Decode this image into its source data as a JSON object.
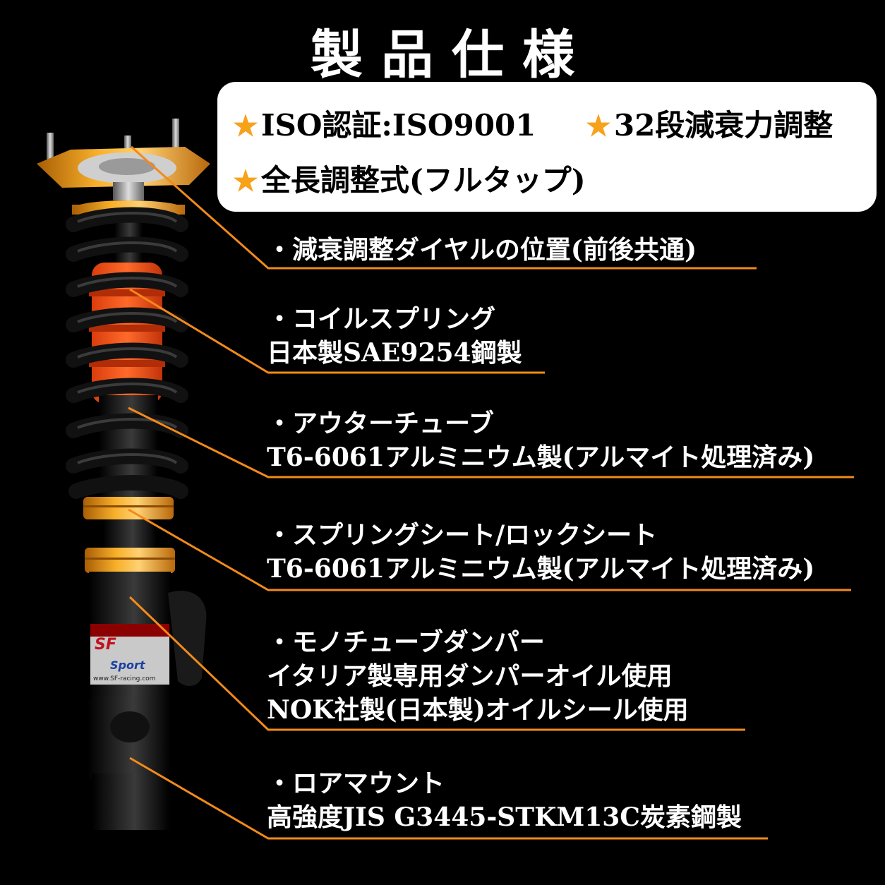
{
  "title": "製品仕様",
  "specs": {
    "row1": [
      {
        "icon": "star-icon",
        "text": "ISO認証:ISO9001"
      },
      {
        "icon": "star-icon",
        "text": "32段減衰力調整"
      }
    ],
    "row2": [
      {
        "icon": "star-icon",
        "text": "全長調整式(フルタップ)"
      }
    ]
  },
  "callouts": [
    {
      "lines": [
        "・減衰調整ダイヤルの位置(前後共通)"
      ]
    },
    {
      "lines": [
        "・コイルスプリング",
        "日本製SAE9254鋼製"
      ]
    },
    {
      "lines": [
        "・アウターチューブ",
        "T6-6061アルミニウム製(アルマイト処理済み)"
      ]
    },
    {
      "lines": [
        "・スプリングシート/ロックシート",
        "T6-6061アルミニウム製(アルマイト処理済み)"
      ]
    },
    {
      "lines": [
        "・モノチューブダンパー",
        "イタリア製専用ダンパーオイル使用",
        "NOK社製(日本製)オイルシール使用"
      ]
    },
    {
      "lines": [
        "・ロアマウント",
        "高強度JIS G3445-STKM13C炭素鋼製"
      ]
    }
  ],
  "product_label": {
    "brand": "SF",
    "model": "Sport",
    "url": "www.SF-racing.com"
  },
  "colors": {
    "accent": "#f28a1a",
    "star": "#f7a21b",
    "background": "#000000",
    "spring": "#111111",
    "bump_stop": "#ff5a1a",
    "anodized": "#e8920f"
  }
}
